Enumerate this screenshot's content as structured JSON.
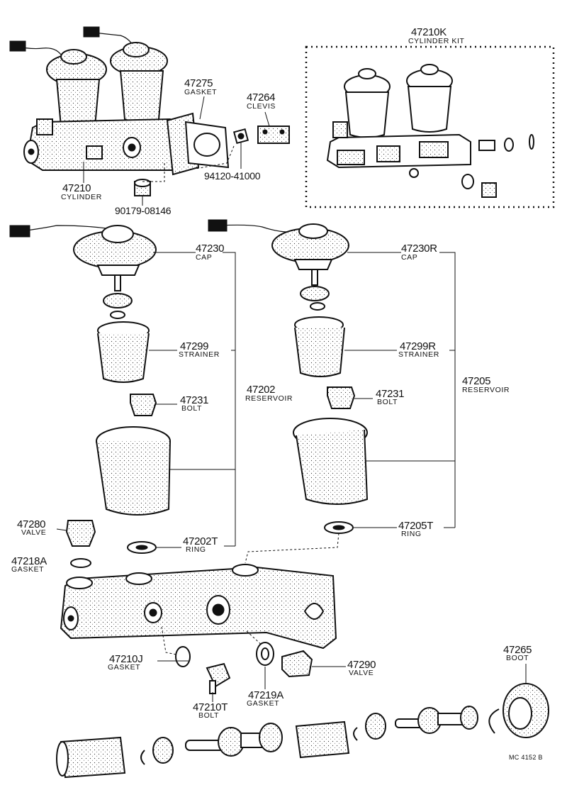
{
  "parts": [
    {
      "id": "p47210K",
      "number": "47210K",
      "name": "CYLINDER KIT"
    },
    {
      "id": "p47275",
      "number": "47275",
      "name": "GASKET"
    },
    {
      "id": "p47264",
      "number": "47264",
      "name": "CLEVIS"
    },
    {
      "id": "p47210",
      "number": "47210",
      "name": "CYLINDER"
    },
    {
      "id": "p94120",
      "number": "94120-41000",
      "name": ""
    },
    {
      "id": "p90179",
      "number": "90179-08146",
      "name": ""
    },
    {
      "id": "p47230",
      "number": "47230",
      "name": "CAP"
    },
    {
      "id": "p47230R",
      "number": "47230R",
      "name": "CAP"
    },
    {
      "id": "p47299",
      "number": "47299",
      "name": "STRAINER"
    },
    {
      "id": "p47299R",
      "number": "47299R",
      "name": "STRAINER"
    },
    {
      "id": "p47202",
      "number": "47202",
      "name": "RESERVOIR"
    },
    {
      "id": "p47205",
      "number": "47205",
      "name": "RESERVOIR"
    },
    {
      "id": "p47231a",
      "number": "47231",
      "name": "BOLT"
    },
    {
      "id": "p47231b",
      "number": "47231",
      "name": "BOLT"
    },
    {
      "id": "p47280",
      "number": "47280",
      "name": "VALVE"
    },
    {
      "id": "p47202T",
      "number": "47202T",
      "name": "RING"
    },
    {
      "id": "p47205T",
      "number": "47205T",
      "name": "RING"
    },
    {
      "id": "p47218A",
      "number": "47218A",
      "name": "GASKET"
    },
    {
      "id": "p47265",
      "number": "47265",
      "name": "BOOT"
    },
    {
      "id": "p47210J",
      "number": "47210J",
      "name": "GASKET"
    },
    {
      "id": "p47290",
      "number": "47290",
      "name": "VALVE"
    },
    {
      "id": "p47219A",
      "number": "47219A",
      "name": "GASKET"
    },
    {
      "id": "p47210T",
      "number": "47210T",
      "name": "BOLT"
    }
  ],
  "diagram_code": "MC 4152 B"
}
